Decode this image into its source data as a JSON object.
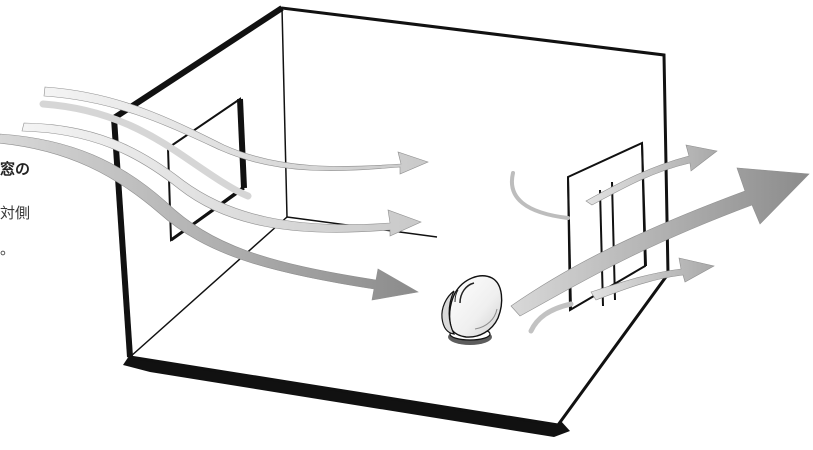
{
  "illustration": {
    "subject": "room-air-circulation",
    "icon_names": [
      "room-box",
      "window-left",
      "window-right",
      "air-circulator-fan",
      "airflow-arrow"
    ],
    "colors": {
      "outline": "#111111",
      "room_fill": "#ffffff",
      "arrow_light": "#d8d8d8",
      "arrow_mid": "#a8a8a8",
      "arrow_dark": "#7a7a7a",
      "fan_body": "#f3f3f3",
      "fan_shadow": "#5f5f5f"
    }
  },
  "caption_fragments": {
    "line_1": "窓の",
    "line_2": "対側",
    "line_3": "。"
  }
}
